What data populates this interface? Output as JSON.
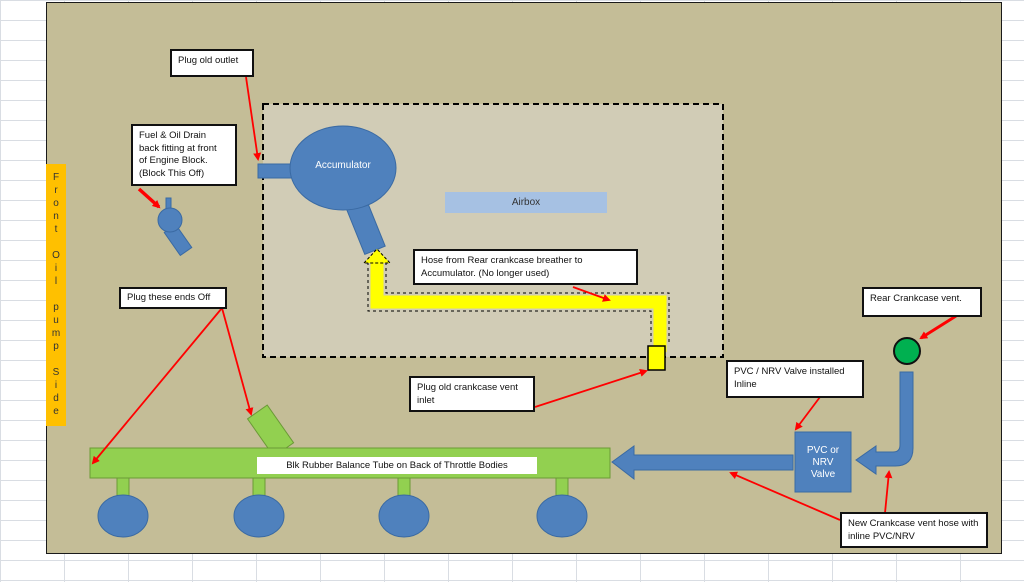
{
  "labels": {
    "side": "Front Oil pump Side",
    "accumulator": "Accumulator",
    "airbox": "Airbox",
    "balance_tube": "Blk Rubber Balance Tube on Back of Throttle Bodies",
    "pvc_valve": "PVC or\nNRV\nValve"
  },
  "callouts": {
    "plug_old_outlet": "Plug old outlet",
    "fuel_oil_drain": "Fuel & Oil Drain\nback fitting at front\nof Engine Block.\n(Block This Off)",
    "plug_ends": "Plug these ends Off",
    "hose_rear": "Hose from Rear crankcase breather to\nAccumulator.  (No longer used)",
    "plug_vent_inlet": "Plug  old crankcase vent\ninlet",
    "rear_vent": "Rear Crankcase vent.",
    "pvc_installed": "PVC / NRV Valve installed\nInline",
    "new_hose": "New Crankcase vent hose with\ninline PVC/NRV"
  },
  "colors": {
    "background": "#c4bd97",
    "blue": "#4f81bd",
    "green": "#92d050",
    "yellow": "#ffff00",
    "side_label": "#ffc000",
    "arrow": "#ff0000"
  }
}
